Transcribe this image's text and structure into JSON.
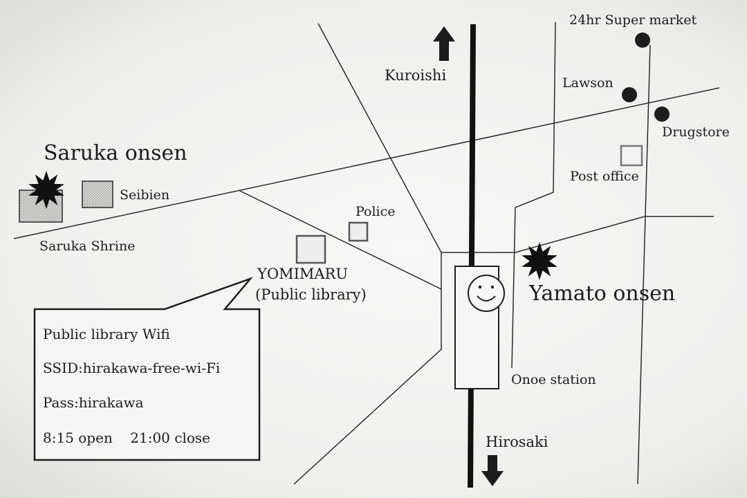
{
  "labels": {
    "saruka_onsen": "Saruka onsen",
    "seibien": "Seibien",
    "saruka_shrine": "Saruka Shrine",
    "police": "Police",
    "yomimaru": "YOMIMARU",
    "public_library": "(Public library)",
    "kuroishi": "Kuroishi",
    "hirosaki": "Hirosaki",
    "yamato_onsen": "Yamato onsen",
    "onoe_station": "Onoe station",
    "supermarket": "24hr Super market",
    "lawson": "Lawson",
    "drugstore": "Drugstore",
    "post_office": "Post office"
  },
  "info_box": {
    "line1": "Public library Wifi",
    "line2": "SSID:hirakawa-free-wi-Fi",
    "line3": "Pass:hirakawa",
    "line4": "8:15 open    21:00 close"
  },
  "colors": {
    "ink": "#1c1c1c",
    "paper": "#f4f4f2",
    "building_fill": "#d9d9d6"
  },
  "icons": {
    "onsen": "star-burst-icon",
    "shop": "filled-dot-icon",
    "building": "square-outline-icon",
    "direction": "arrow-icon",
    "station": "smiley-face-icon"
  }
}
